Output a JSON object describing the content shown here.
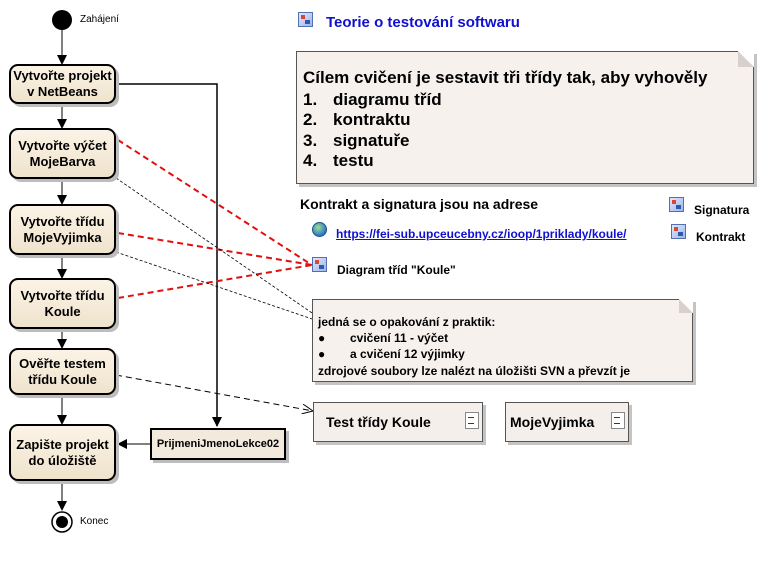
{
  "initial_label": "Zahájení",
  "final_label": "Konec",
  "activities": [
    {
      "id": "a1",
      "text": "Vytvořte projekt\nv NetBeans"
    },
    {
      "id": "a2",
      "text": "Vytvořte výčet\nMojeBarva"
    },
    {
      "id": "a3",
      "text": "Vytvořte třídu\nMojeVyjimka"
    },
    {
      "id": "a4",
      "text": "Vytvořte třídu\nKoule"
    },
    {
      "id": "a5",
      "text": "Ověřte testem\ntřídu Koule"
    },
    {
      "id": "a6",
      "text": "Zapište projekt\ndo úložiště"
    }
  ],
  "object_node": "PrijmeniJmenoLekce02",
  "title_link": "Teorie o testování softwaru",
  "goal_note": {
    "line1": "Cílem cvičení je sestavit tři třídy tak, aby vyhověly",
    "items": [
      "diagramu tříd",
      "kontraktu",
      "signatuře",
      "testu"
    ],
    "numbers": [
      "1.",
      "2.",
      "3.",
      "4."
    ]
  },
  "contract_heading": "Kontrakt a signatura jsou na adrese",
  "url": "https://fei-sub.upceucebny.cz/ioop/1priklady/koule/",
  "side_links": [
    "Signatura",
    "Kontrakt"
  ],
  "class_diagram_link": "Diagram tříd \"Koule\"",
  "practice_note": {
    "line1": "jedná se o opakování z praktik:",
    "bullets": [
      "cvičení 11 - výčet",
      "a  cvičení 12 výjimky"
    ],
    "line2": "zdrojové soubory lze nalézt na úložišti SVN a převzít je"
  },
  "artifacts": [
    "Test třídy Koule",
    "MojeVyjimka"
  ]
}
